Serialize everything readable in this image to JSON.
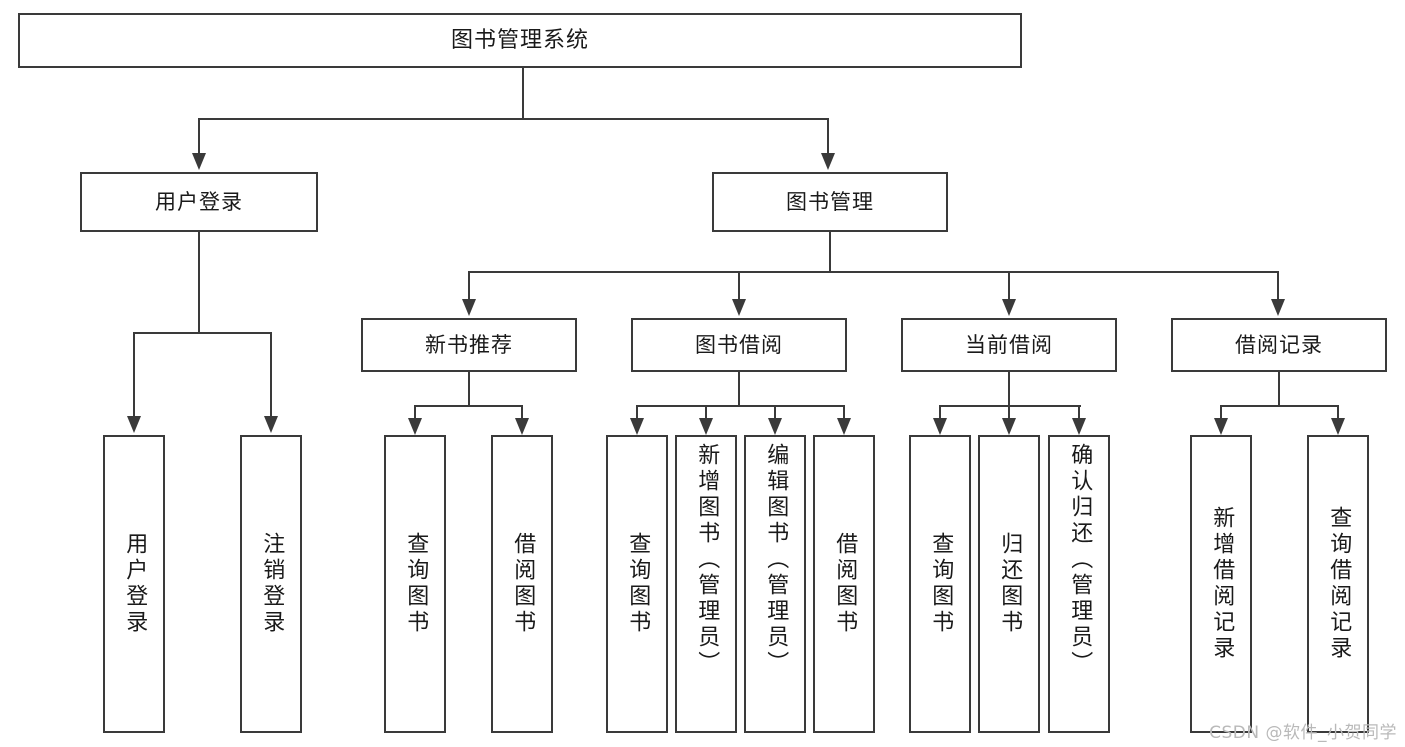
{
  "diagram": {
    "title": "图书管理系统",
    "type": "tree-hierarchy-chart",
    "root": {
      "label": "图书管理系统"
    },
    "level2": [
      {
        "label": "用户登录"
      },
      {
        "label": "图书管理"
      }
    ],
    "level3": [
      {
        "label": "新书推荐"
      },
      {
        "label": "图书借阅"
      },
      {
        "label": "当前借阅"
      },
      {
        "label": "借阅记录"
      }
    ],
    "leaves": {
      "user_login": [
        {
          "label": "用户登录"
        },
        {
          "label": "注销登录"
        }
      ],
      "new_book_recommend": [
        {
          "label": "查询图书"
        },
        {
          "label": "借阅图书"
        }
      ],
      "book_borrow": [
        {
          "label": "查询图书"
        },
        {
          "label": "新增图书（管理员）"
        },
        {
          "label": "编辑图书（管理员）"
        },
        {
          "label": "借阅图书"
        }
      ],
      "current_borrow": [
        {
          "label": "查询图书"
        },
        {
          "label": "归还图书"
        },
        {
          "label": "确认归还（管理员）"
        }
      ],
      "borrow_record": [
        {
          "label": "新增借阅记录"
        },
        {
          "label": "查询借阅记录"
        }
      ]
    }
  },
  "watermark": {
    "text": "CSDN @软件_小贺同学"
  },
  "colors": {
    "stroke": "#3a3a3a",
    "text": "#1a1a1a",
    "background": "#ffffff",
    "watermark": "#b9b9b9"
  }
}
